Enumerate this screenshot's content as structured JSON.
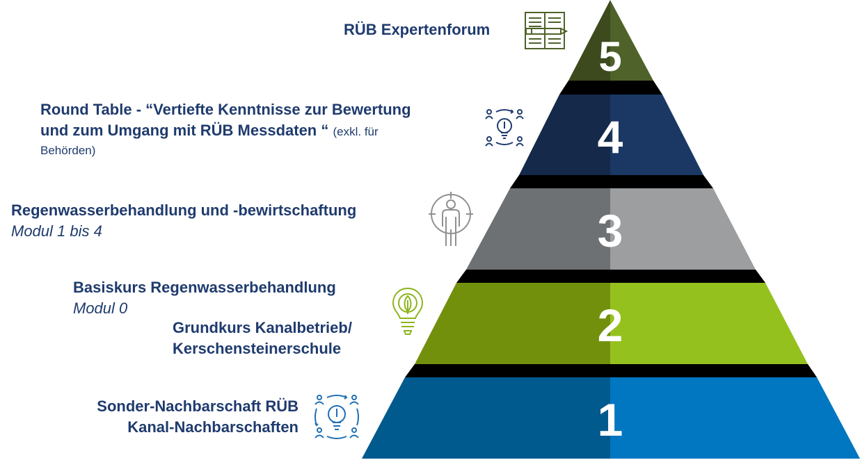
{
  "levels": [
    {
      "number": "1",
      "title_lines": [
        "Sonder-Nachbarschaft RÜB",
        "Kanal-Nachbarschaften"
      ],
      "color_left": "#005a8e",
      "color_right": "#0077c0",
      "icon": "teamwork-idea-icon",
      "icon_color": "#1f6fb5"
    },
    {
      "number": "2",
      "title": "Basiskurs Regenwasserbehandlung",
      "subtitle": "Modul 0",
      "title2_lines": [
        "Grundkurs Kanalbetrieb/",
        "Kerschensteinerschule"
      ],
      "color_left": "#73900c",
      "color_right": "#95c11f",
      "icon": "lightbulb-gear-icon",
      "icon_color": "#8cb51c"
    },
    {
      "number": "3",
      "title": "Regenwasserbehandlung und -bewirtschaftung",
      "subtitle": "Modul 1 bis 4",
      "color_left": "#6d7173",
      "color_right": "#9c9ea0",
      "icon": "target-person-icon",
      "icon_color": "#8e9092"
    },
    {
      "number": "4",
      "title_lines": [
        "Round Table - “Vertiefte Kenntnisse zur Bewertung",
        "und zum Umgang mit RÜB Messdaten “"
      ],
      "note_inline": "(exkl. für",
      "note_line": "Behörden)",
      "color_left": "#15294a",
      "color_right": "#1a3863",
      "icon": "teamwork-idea-icon",
      "icon_color": "#1f3b6e"
    },
    {
      "number": "5",
      "title": "RÜB Expertenforum",
      "color_left": "#3c4a1d",
      "color_right": "#4e6229",
      "icon": "book-pencil-icon",
      "icon_color": "#4e6229"
    }
  ],
  "separator_color": "#000000"
}
